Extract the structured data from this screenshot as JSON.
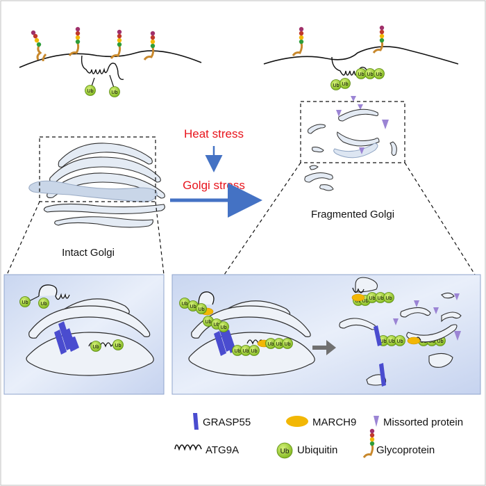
{
  "labels": {
    "heat_stress": "Heat stress",
    "golgi_stress": "Golgi stress",
    "intact_golgi": "Intact Golgi",
    "fragmented_golgi": "Fragmented Golgi"
  },
  "ub": "Ub",
  "legend": {
    "grasp55": "GRASP55",
    "march9": "MARCH9",
    "missorted": "Missorted protein",
    "atg9a": "ATG9A",
    "ubiquitin": "Ubiquitin",
    "glycoprotein": "Glycoprotein"
  },
  "colors": {
    "stress_text": "#e8141c",
    "arrow": "#4472c4",
    "grey_arrow": "#707070",
    "golgi_fill": "#e4ebf4",
    "golgi_stroke": "#2b2b2b",
    "ub_fill": "#9acd32",
    "march9": "#f2b705",
    "grasp55": "#4a4ccf",
    "missorted": "#9b84d4",
    "panel_bg": "#d9e3f5"
  }
}
